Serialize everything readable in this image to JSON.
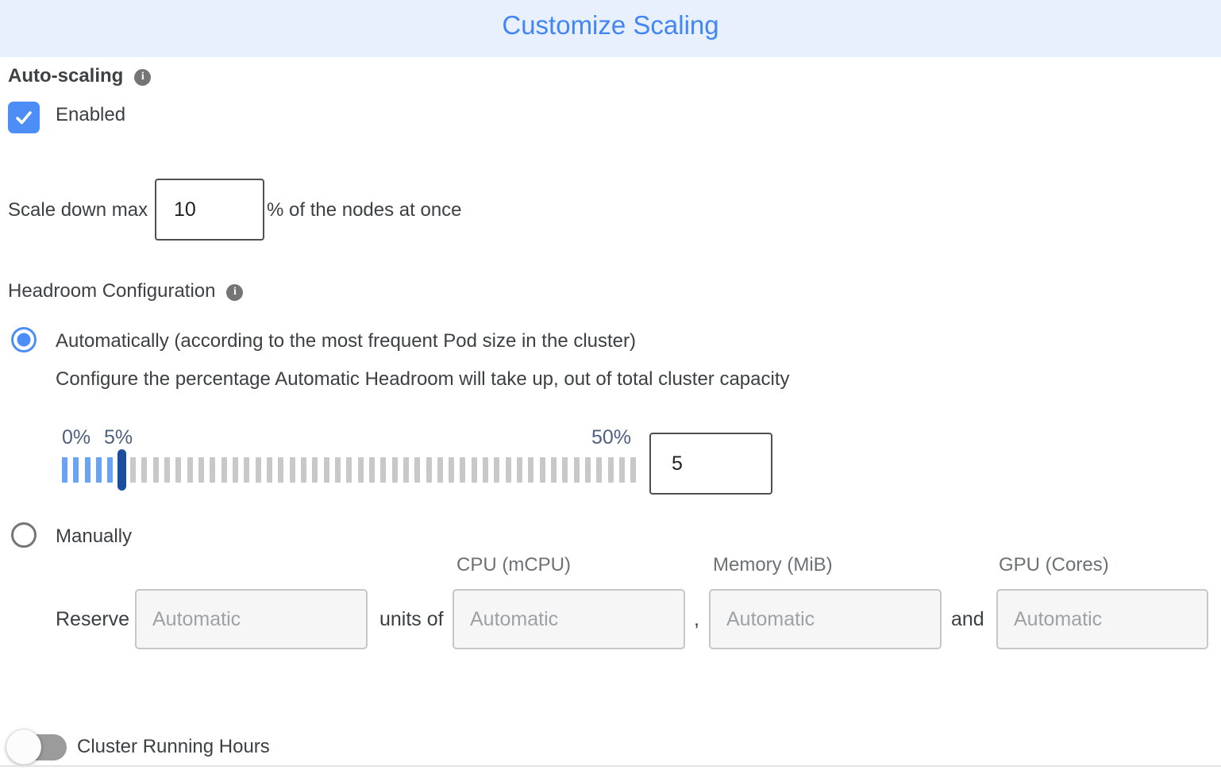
{
  "header": {
    "title": "Customize Scaling"
  },
  "auto_scaling": {
    "label": "Auto-scaling",
    "enabled_label": "Enabled",
    "checked": true
  },
  "scale_down": {
    "label": "Scale down max",
    "value": "10",
    "suffix": "% of the nodes at once"
  },
  "headroom": {
    "label": "Headroom Configuration",
    "automatic_label": "Automatically (according to the most frequent Pod size in the cluster)",
    "automatic_selected": true,
    "description": "Configure the percentage Automatic Headroom will take up, out of total cluster capacity",
    "slider": {
      "min_label": "0%",
      "value_label": "5%",
      "max_label": "50%",
      "min": 0,
      "max": 50,
      "value": 5
    },
    "percentage_value": "5",
    "manual_label": "Manually",
    "manual_selected": false
  },
  "manual_reserve": {
    "reserve_label": "Reserve",
    "units_of_label": "units of",
    "comma": ",",
    "and_label": "and",
    "placeholder": "Automatic",
    "columns": [
      "CPU (mCPU)",
      "Memory (MiB)",
      "GPU (Cores)"
    ]
  },
  "cluster_running_hours": {
    "label": "Cluster Running Hours",
    "enabled": false
  },
  "icons": {
    "info": "i"
  },
  "colors": {
    "header_bg": "#e8f0fd",
    "title_blue": "#4285f4",
    "checkbox_blue": "#4c8df6",
    "slider_tick_active": "#68a3f5",
    "slider_handle": "#1b4e9e",
    "slider_label": "#4f5f7e",
    "tick_gray": "#c8c8c8"
  }
}
